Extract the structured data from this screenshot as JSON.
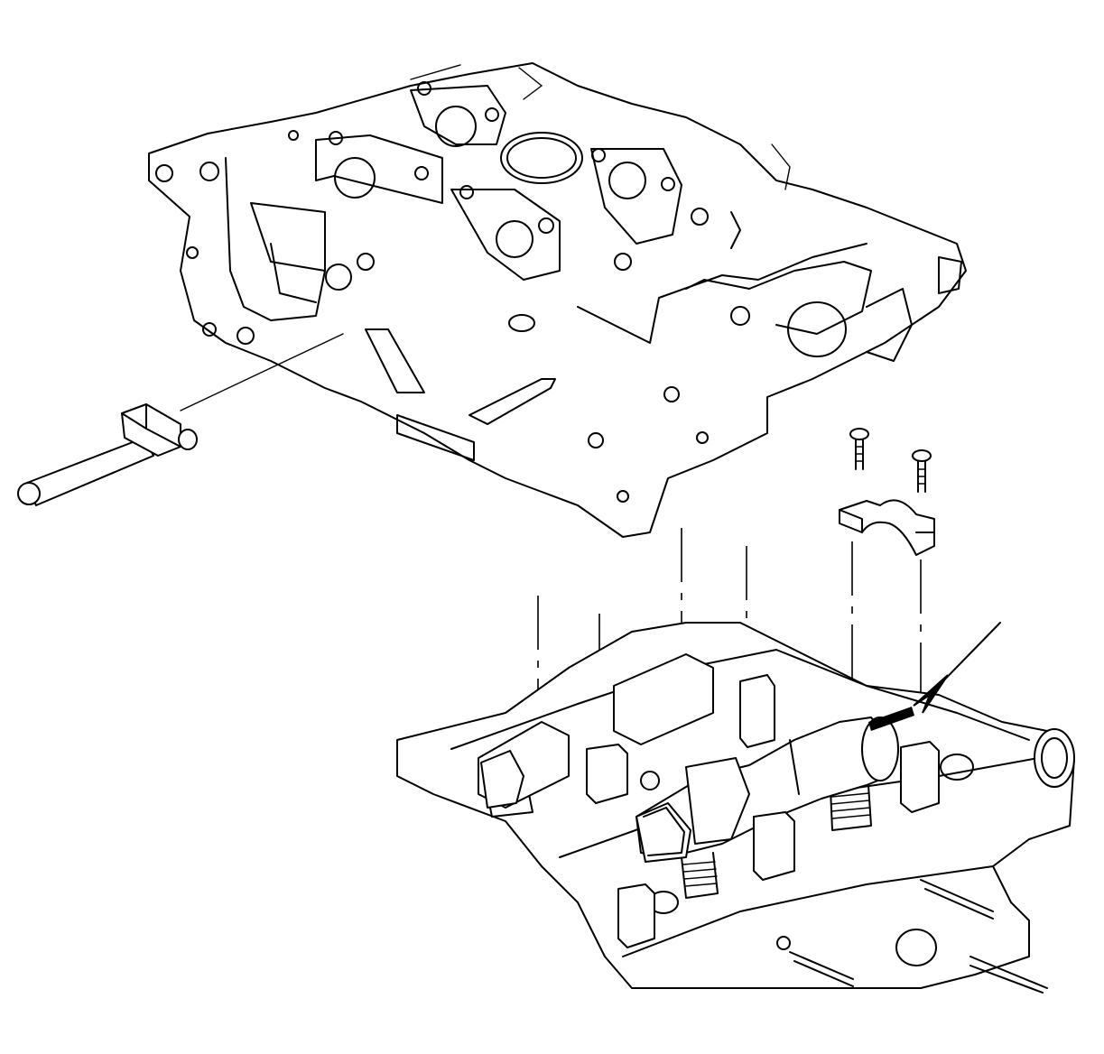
{
  "figure": {
    "colors": {
      "line": "#000000",
      "background": "#ffffff"
    },
    "parts": [
      "upper-camshaft-housing",
      "camshaft-cap-bolt",
      "camshaft-cap",
      "lower-cylinder-head",
      "exhaust-camshaft",
      "alignment-tool",
      "indicator-arrow"
    ]
  }
}
